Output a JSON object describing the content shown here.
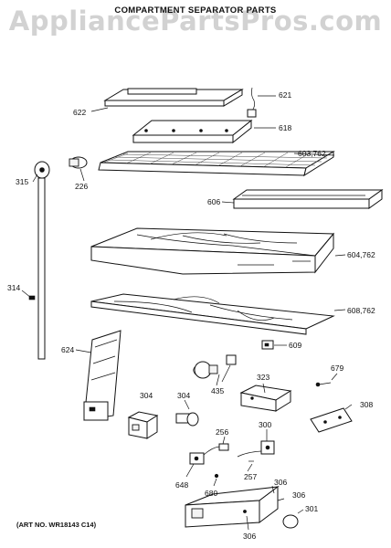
{
  "watermark": "AppliancePartsPros.com",
  "title": "COMPARTMENT SEPARATOR PARTS",
  "art_no": "(ART NO. WR18143 C14)",
  "callouts": {
    "c621": "621",
    "c622": "622",
    "c618": "618",
    "c603": "603,762",
    "c315": "315",
    "c226": "226",
    "c606": "606",
    "c604": "604,762",
    "c314": "314",
    "c608": "608,762",
    "c624": "624",
    "c609": "609",
    "c435": "435",
    "c323": "323",
    "c679": "679",
    "c304a": "304",
    "c304b": "304",
    "c308": "308",
    "c256": "256",
    "c300": "300",
    "c648": "648",
    "c257": "257",
    "c680": "680",
    "c306a": "306",
    "c306b": "306",
    "c301": "301",
    "c306c": "306"
  }
}
